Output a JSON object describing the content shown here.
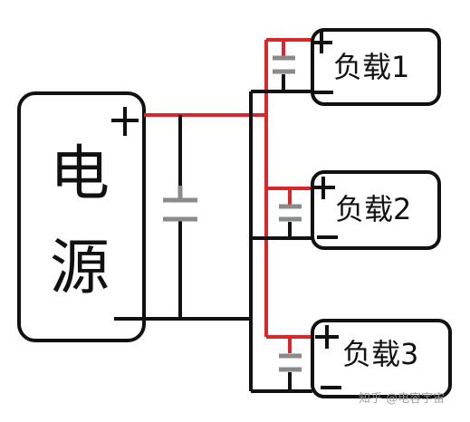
{
  "power_source": {
    "label_line1": "电",
    "label_line2": "源",
    "plus": "+",
    "minus": "−"
  },
  "loads": [
    {
      "label": "负载1",
      "plus": "+",
      "minus": "−"
    },
    {
      "label": "负载2",
      "plus": "+",
      "minus": "−"
    },
    {
      "label": "负载3",
      "plus": "+",
      "minus": "−"
    }
  ],
  "watermark": "知乎 @电容宇宙",
  "colors": {
    "positive_wire": "#d9262b",
    "negative_wire": "#111111",
    "capacitor": "#8a8a8a",
    "box_stroke": "#111111"
  }
}
